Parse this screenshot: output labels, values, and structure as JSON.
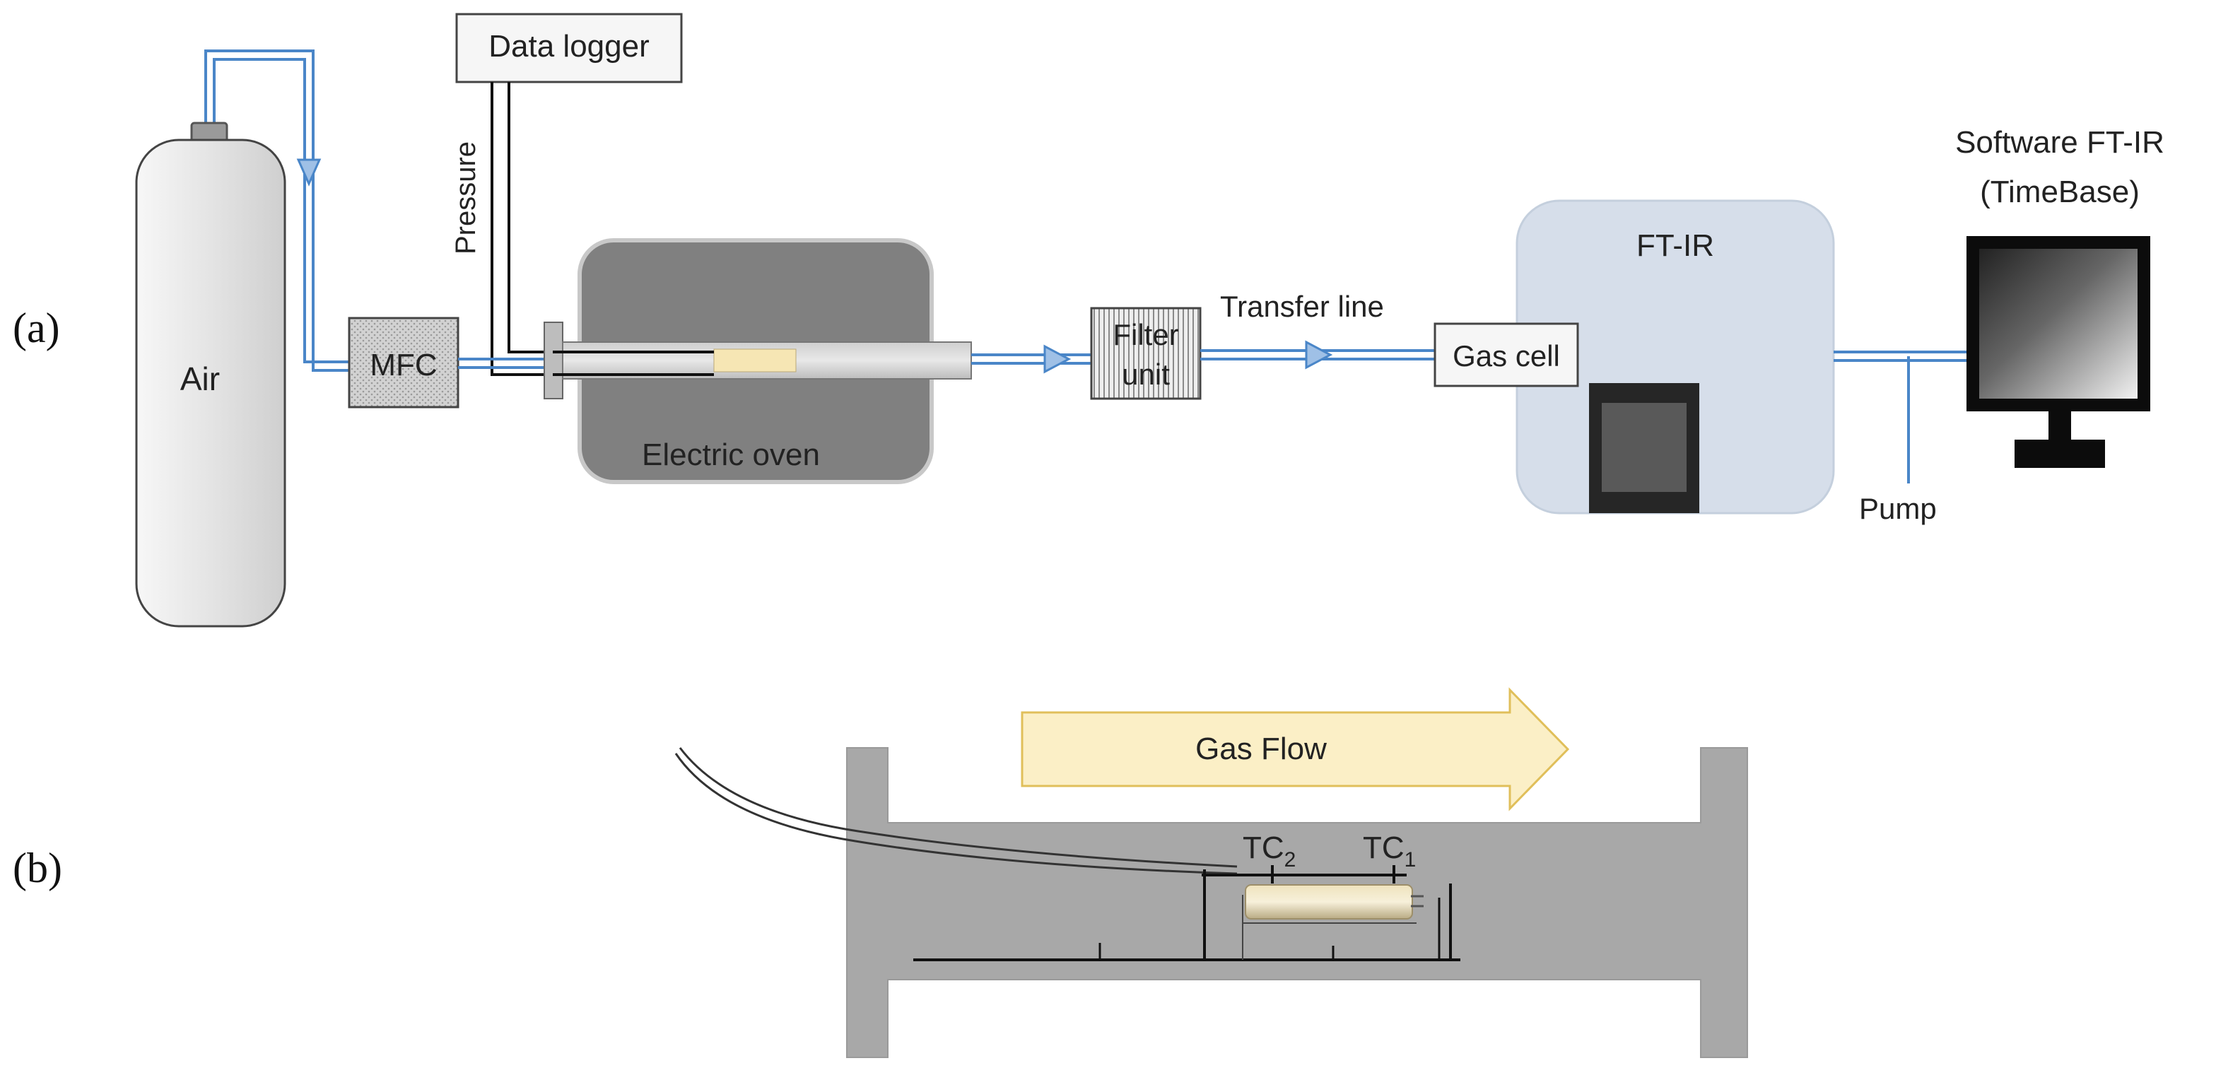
{
  "panels": {
    "a": "(a)",
    "b": "(b)"
  },
  "labels": {
    "air": "Air",
    "mfc": "MFC",
    "data_logger": "Data logger",
    "pressure": "Pressure",
    "electric_oven": "Electric oven",
    "filter_line1": "Filter",
    "filter_line2": "unit",
    "transfer_line": "Transfer line",
    "gas_cell": "Gas cell",
    "ftir": "FT-IR",
    "software_line1": "Software FT-IR",
    "software_line2": "(TimeBase)",
    "pump": "Pump",
    "gas_flow": "Gas Flow",
    "tc2": "TC",
    "tc2_sub": "2",
    "tc1": "TC",
    "tc1_sub": "1"
  },
  "colors": {
    "tube_blue": "#4a86c8",
    "oven": "#808080",
    "ftir_body": "#d6deea",
    "gas_flow_arrow": "#fbefc6",
    "reactor": "#a8a8a8",
    "sample": "#f6e6b4"
  }
}
